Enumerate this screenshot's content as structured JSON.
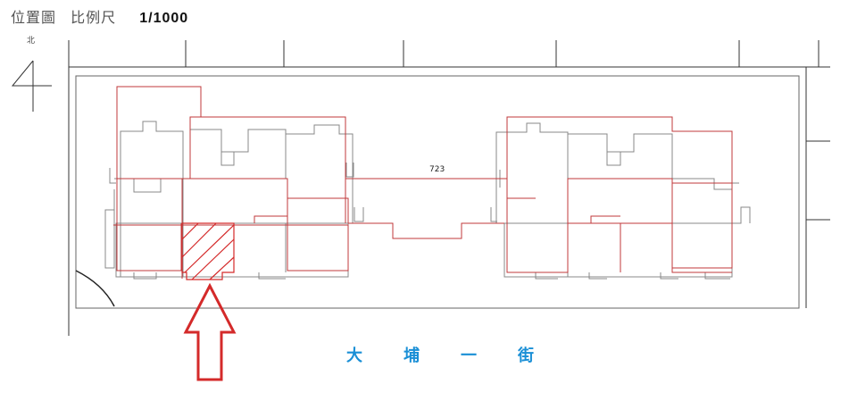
{
  "header": {
    "title": "位置圖",
    "scale_label": "比例尺",
    "scale_value": "1/1000"
  },
  "compass": {
    "label": "北"
  },
  "plan": {
    "lot_number": "723",
    "street_chars": [
      "大",
      "埔",
      "一",
      "街"
    ]
  },
  "colors": {
    "outline_red": "#c0393b",
    "street_blue": "#1a8fd6",
    "arrow_red": "#d42a2a"
  }
}
